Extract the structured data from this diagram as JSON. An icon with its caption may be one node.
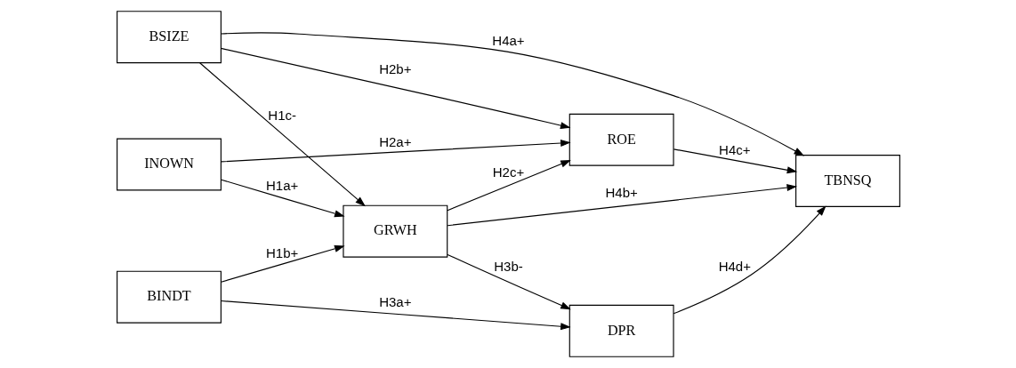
{
  "diagram": {
    "nodes": [
      {
        "text": [
          "INOWN"
        ]
      },
      {
        "text": [
          "BSIZE"
        ]
      },
      {
        "text": [
          "BINDT"
        ]
      },
      {
        "text": [
          "GRWH"
        ]
      },
      {
        "text": [
          "ROE"
        ]
      },
      {
        "text": [
          "DPR"
        ]
      },
      {
        "text": [
          "TBNSQ"
        ]
      }
    ],
    "edges": [
      {
        "from": 0,
        "to": 4,
        "arrow": "to",
        "label": "H2a+"
      },
      {
        "from": 0,
        "to": 3,
        "arrow": "to",
        "label": "H1a+"
      },
      {
        "from": 1,
        "to": 4,
        "arrow": "to",
        "label": "H2b+"
      },
      {
        "from": 1,
        "to": 6,
        "arrow": "to",
        "label": "H4a+"
      },
      {
        "from": 1,
        "to": 3,
        "arrow": "to",
        "label": "H1c-"
      },
      {
        "from": 2,
        "to": 3,
        "arrow": "to",
        "label": "H1b+"
      },
      {
        "from": 2,
        "to": 5,
        "arrow": "to",
        "label": "H3a+"
      },
      {
        "from": 3,
        "to": 4,
        "arrow": "to",
        "label": "H2c+"
      },
      {
        "from": 3,
        "to": 6,
        "arrow": "to",
        "label": "H4b+"
      },
      {
        "from": 3,
        "to": 5,
        "arrow": "to",
        "label": "H3b-"
      },
      {
        "from": 4,
        "to": 6,
        "arrow": "to",
        "label": "H4c+"
      },
      {
        "from": 5,
        "to": 6,
        "arrow": "to",
        "label": "H4d+"
      }
    ]
  }
}
